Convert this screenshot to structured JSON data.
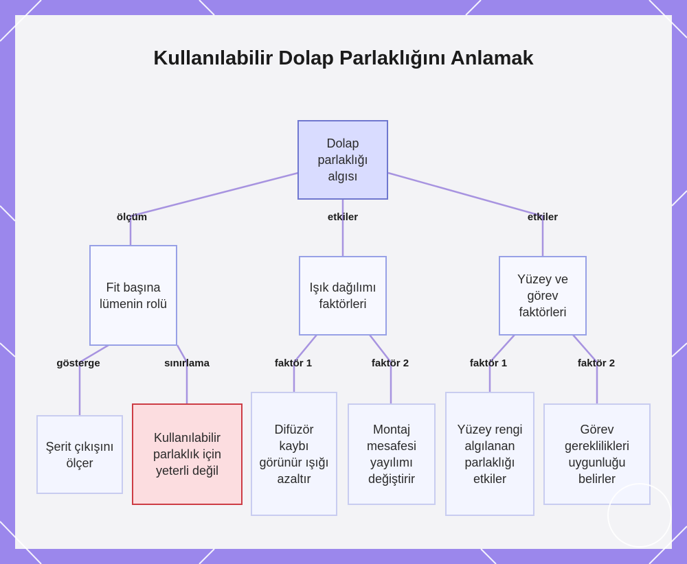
{
  "title": "Kullanılabilir Dolap Parlaklığını Anlamak",
  "nodes": {
    "root": "Dolap parlaklığı algısı",
    "lumen": "Fit başına lümenin rolü",
    "light": "Işık dağılımı faktörleri",
    "surface": "Yüzey ve görev faktörleri",
    "strip": "Şerit çıkışını ölçer",
    "insufficient": "Kullanılabilir parlaklık için yeterli değil",
    "diffuser": "Difüzör kaybı görünür ışığı azaltır",
    "mounting": "Montaj mesafesi yayılımı değiştirir",
    "color": "Yüzey rengi algılanan parlaklığı etkiler",
    "task": "Görev gereklilikleri uygunluğu belirler"
  },
  "edges": {
    "measure": "ölçüm",
    "affects1": "etkiler",
    "affects2": "etkiler",
    "indicator": "gösterge",
    "limit": "sınırlama",
    "factor1a": "faktör 1",
    "factor2a": "faktör 2",
    "factor1b": "faktör 1",
    "factor2b": "faktör 2"
  }
}
